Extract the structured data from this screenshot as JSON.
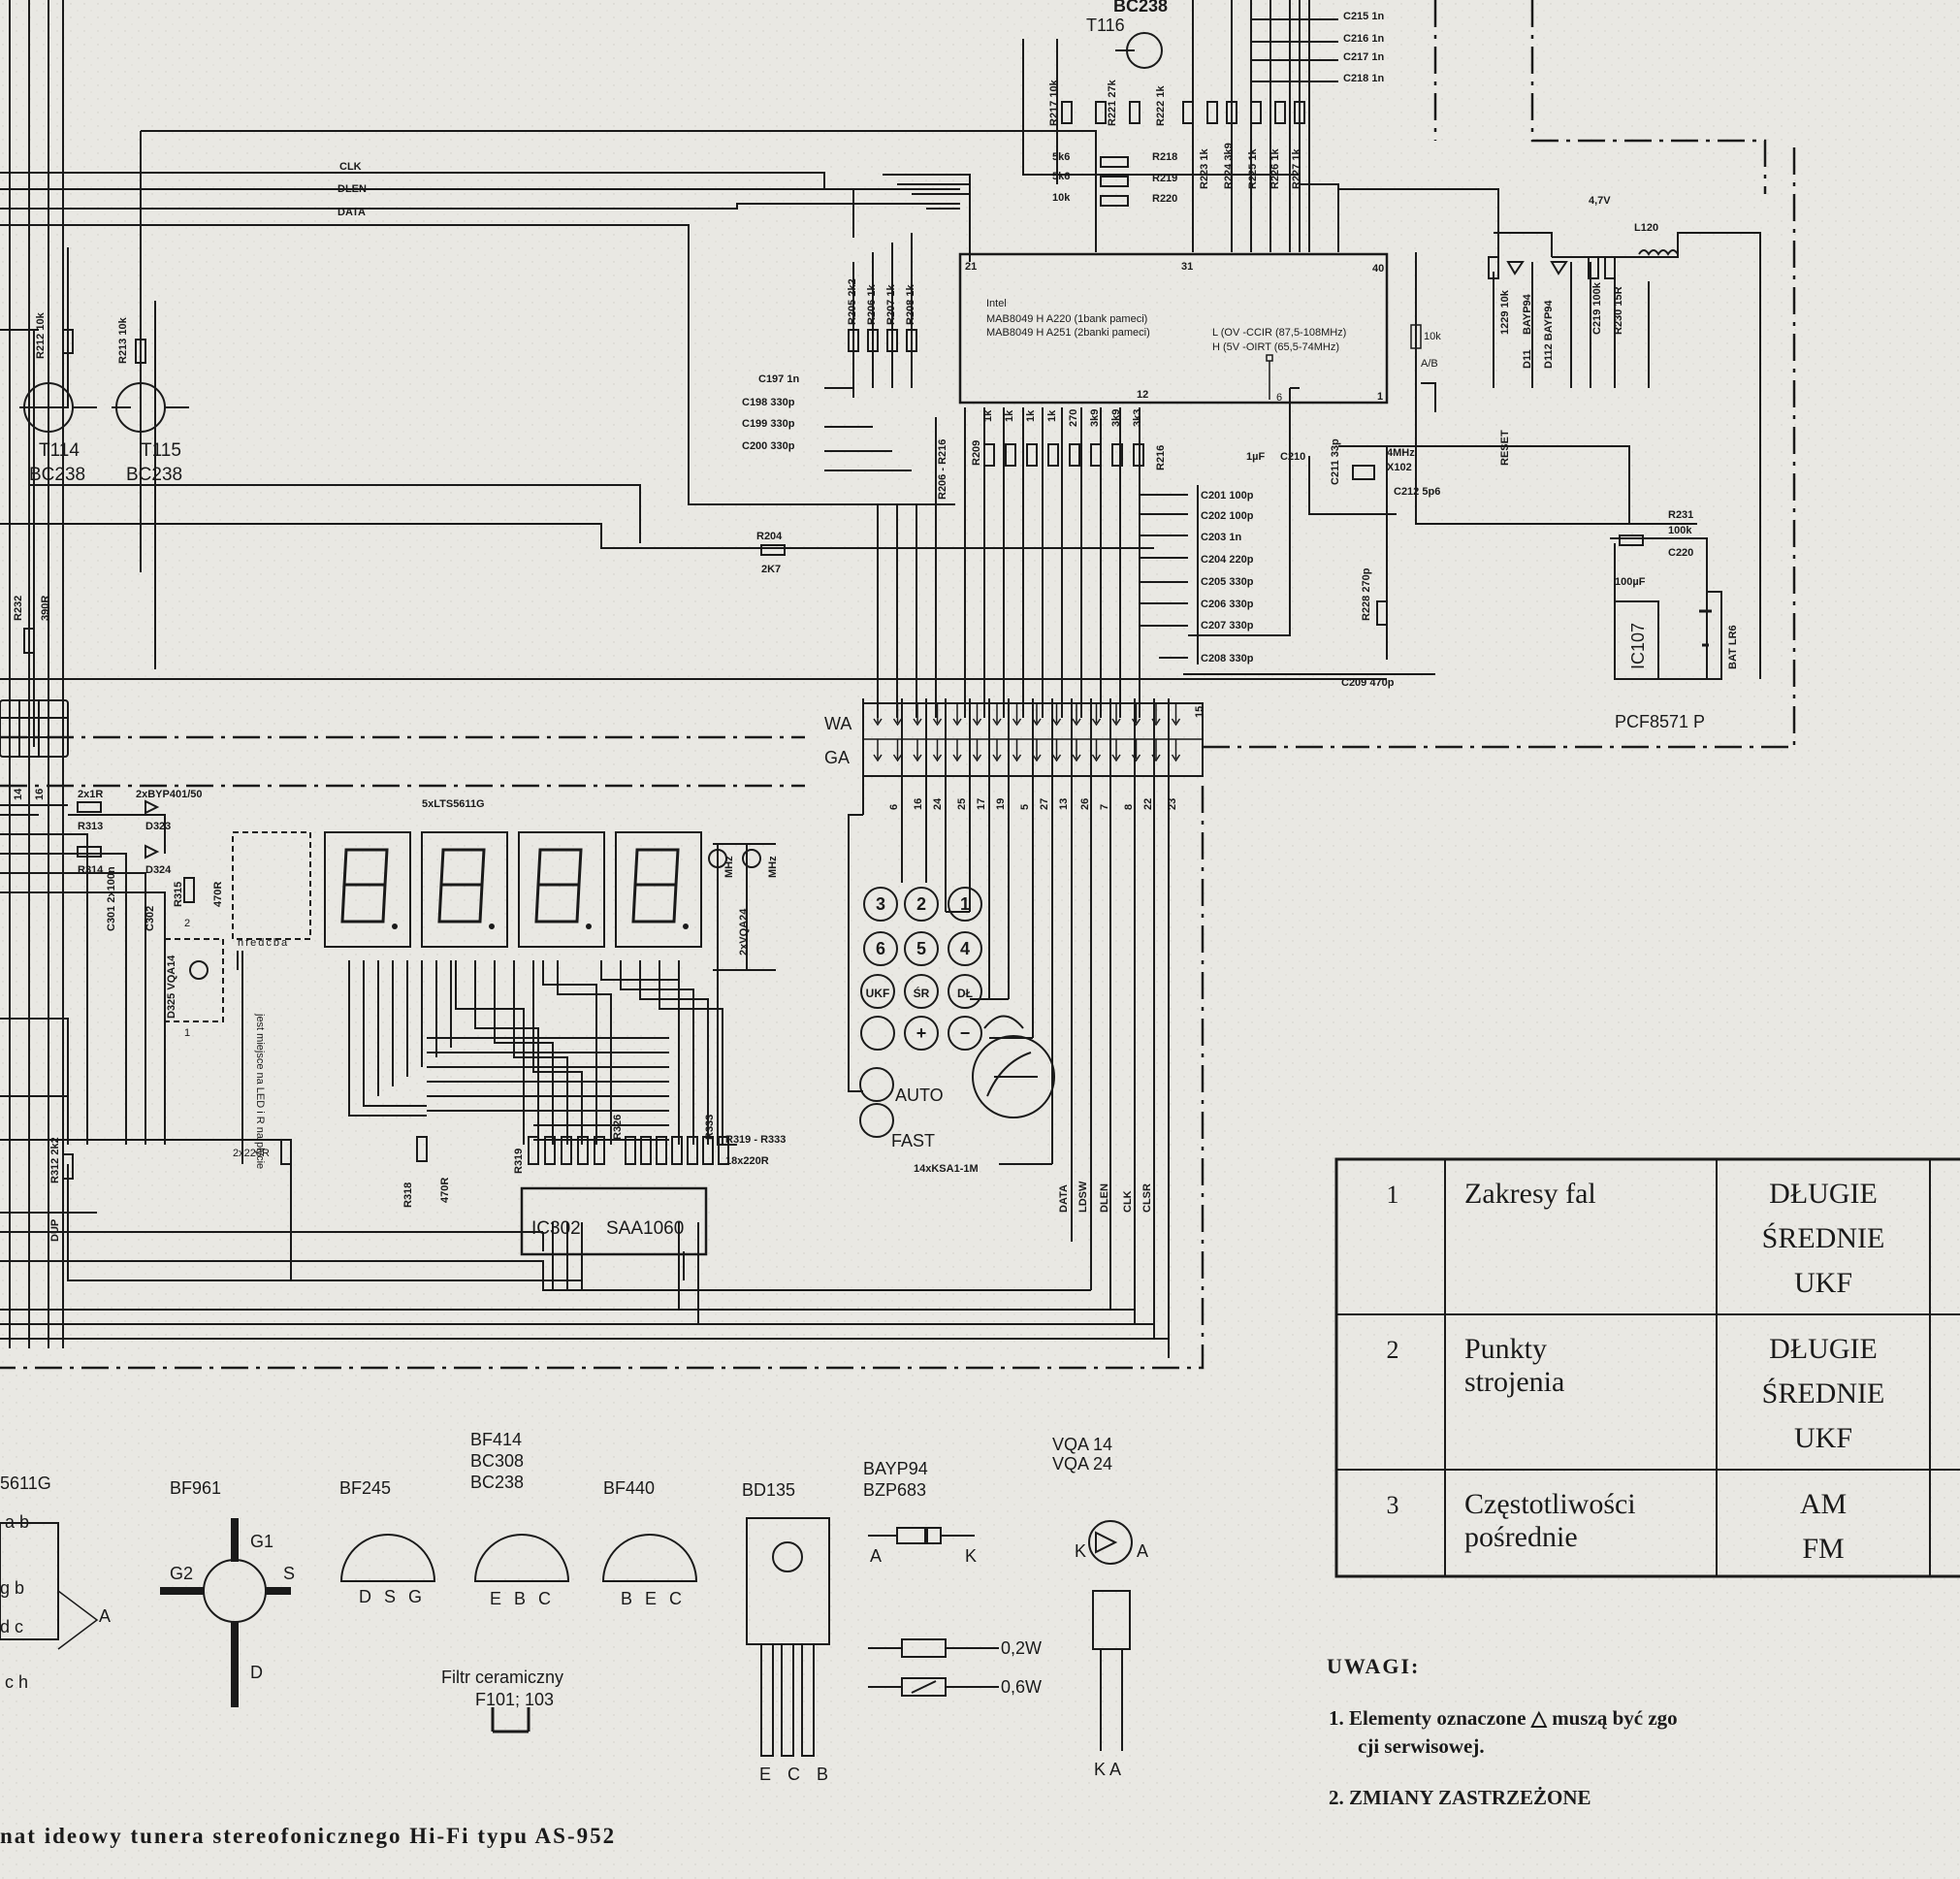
{
  "colors": {
    "paper": "#e9e8e3",
    "ink": "#1a1a1a"
  },
  "bus_labels": [
    "CLK",
    "DLEN",
    "DATA"
  ],
  "top": {
    "transistor_name": "BC238",
    "transistor_id": "T116",
    "caps": [
      "C215 1n",
      "C216 1n",
      "C217 1n",
      "C218 1n"
    ],
    "resistors_vertical": [
      "R217 10k",
      "R221 27k",
      "R222 1k"
    ],
    "resistors_h": [
      "5k6",
      "5k6",
      "10k"
    ],
    "resistors_h_ids": [
      "R218",
      "R219",
      "R220"
    ],
    "resistors_top_row": [
      "R223 1k",
      "R224 3k9",
      "R225 1k",
      "R226 1k",
      "R227 1k"
    ]
  },
  "left_transistors": [
    {
      "id": "T114",
      "type": "BC238",
      "res": "R212 10k"
    },
    {
      "id": "T115",
      "type": "BC238",
      "res": "R213 10k"
    }
  ],
  "r232": "R232",
  "r232_val": "390R",
  "ic_main": {
    "line1": "Intel",
    "line2": "MAB8049 H   A220  (1bank pameci)",
    "line3": "MAB8049 H   A251  (2banki pameci)",
    "note1": "L (OV -CCIR (87,5-108MHz)",
    "note2": "H (5V -OIRT  (65,5-74MHz)",
    "pin21": "21",
    "pin31": "31",
    "pin40": "40",
    "pin12": "12",
    "pin6": "6",
    "pin1": "1"
  },
  "r10k": "10k",
  "ab": "A/B",
  "left_caps": [
    "C197 1n",
    "C198 330p",
    "C199 330p",
    "C200 330p"
  ],
  "res_205": [
    "R205 2k2",
    "R206 1k",
    "R207 1k",
    "R208 1k"
  ],
  "res_209_label": "R209",
  "res_209_vals": [
    "1k",
    "1k",
    "1k",
    "1k",
    "270",
    "3k9",
    "3k9",
    "3k3"
  ],
  "res_216": "R216",
  "res_206_216": "R206 - R216",
  "caps_201": [
    "C201 100p",
    "C202 100p",
    "C203 1n",
    "C204 220p",
    "C205 330p",
    "C206 330p",
    "C207 330p",
    "C208 330p",
    "C209 470p"
  ],
  "small_parts": [
    "1µF",
    "C210",
    "C211 33p",
    "4MHz",
    "X102",
    "C212 5p6",
    "R228 270p"
  ],
  "r204": "R204",
  "r204_val": "2K7",
  "right_parts": {
    "v47": "4,7V",
    "l120": "L120",
    "cols": [
      "1229 10k",
      "BAYP94",
      "D11",
      "D112 BAYP94",
      "C219 100k",
      "R230 15R"
    ],
    "reset": "RESET",
    "r231": "R231",
    "r231_val": "100k",
    "c220": "C220",
    "c220_val": "100µF",
    "ic107": "IC107",
    "bat": "BAT LR6",
    "pcf": "PCF8571 P"
  },
  "connector": {
    "wa": "WA",
    "ga": "GA",
    "pin_top": "15",
    "pins_below": [
      "6",
      "16",
      "24",
      "25",
      "17",
      "19",
      "5",
      "27",
      "13",
      "26",
      "7",
      "8",
      "22",
      "23"
    ]
  },
  "keypad": [
    {
      "k": "3"
    },
    {
      "k": "2"
    },
    {
      "k": "1"
    },
    {
      "k": "6"
    },
    {
      "k": "5"
    },
    {
      "k": "4"
    },
    {
      "k": "UKF"
    },
    {
      "k": "ŚR"
    },
    {
      "k": "DŁ"
    },
    {
      "k": ""
    },
    {
      "k": "+"
    },
    {
      "k": "−"
    }
  ],
  "kp_labels": {
    "auto": "AUTO",
    "fast": "FAST",
    "switch": "14xKSA1-1M"
  },
  "display": {
    "title": "5xLTS5611G",
    "segs": "hfedcba",
    "mhz": "MHz",
    "vqa24": "2xVQA24",
    "vqa14": "D325 VQA14",
    "r315": "R315",
    "r315v": "470R",
    "pin2": "2",
    "pin1": "1",
    "note_rot": "jest miejsce na LED i R na płycie",
    "r220": "2x220R"
  },
  "left_disp": {
    "r313": "R313",
    "r314": "R314",
    "r2x1": "2x1R",
    "d_2x": "2xBYP401/50",
    "d323": "D323",
    "d324": "D324",
    "c301": "C301 2x100n",
    "c302": "C302",
    "r312": "R312 2k2",
    "dup": "DUP",
    "pins": [
      "14",
      "16"
    ]
  },
  "ic302": {
    "id": "IC302",
    "name": "SAA1060",
    "r319": "R319",
    "r326": "R326",
    "r333": "R333",
    "r318": "R318",
    "r318v": "470R",
    "range": "R319 - R333",
    "count": "18x220R"
  },
  "bottom_sig": [
    "DATA",
    "LDSW",
    "DLEN",
    "CLK",
    "CLSR"
  ],
  "pinouts": {
    "lts": "5611G",
    "lts_segs": [
      "a b",
      "g b",
      "d c",
      "c h"
    ],
    "lts_a": "A",
    "bf961": "BF961",
    "bf961_pins": [
      "G1",
      "G2",
      "S",
      "D"
    ],
    "bf245": "BF245",
    "bf245_pins": "D S G",
    "bf414": [
      "BF414",
      "BC308",
      "BC238"
    ],
    "bf414_pins": "E B C",
    "bf440": "BF440",
    "bf440_pins": "B E C",
    "bd135": "BD135",
    "bd135_pins": "E C B",
    "bayp": [
      "BAYP94",
      "BZP683"
    ],
    "ak": "A",
    "kk": "K",
    "w02": "0,2W",
    "w06": "0,6W",
    "vqa": [
      "VQA 14",
      "VQA 24"
    ],
    "ka": "K A",
    "filter": [
      "Filtr ceramiczny",
      "F101; 103"
    ]
  },
  "table": {
    "rows": [
      {
        "n": "1",
        "label": [
          "Zakresy fal"
        ],
        "vals": [
          "DŁUGIE",
          "ŚREDNIE",
          "UKF"
        ]
      },
      {
        "n": "2",
        "label": [
          "Punkty",
          "strojenia"
        ],
        "vals": [
          "DŁUGIE",
          "ŚREDNIE",
          "UKF"
        ]
      },
      {
        "n": "3",
        "label": [
          "Częstotliwości",
          "pośrednie"
        ],
        "vals": [
          "AM",
          "FM"
        ]
      }
    ]
  },
  "notes": {
    "heading": "UWAGI:",
    "n1": "1. Elementy oznaczone △ muszą być zgo",
    "n1b": "cji serwisowej.",
    "n2": "2. ZMIANY ZASTRZEŻONE"
  },
  "caption": "nat ideowy tunera stereofonicznego Hi-Fi typu AS-952"
}
